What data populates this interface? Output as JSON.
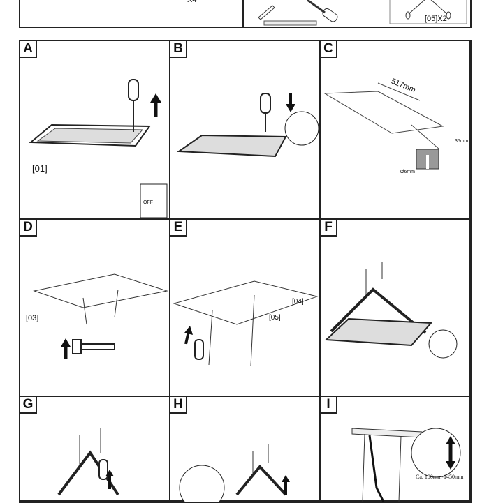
{
  "top": {
    "left_part_label": "X4",
    "right_part_label": "[05]X2"
  },
  "steps": [
    {
      "letter": "A",
      "part_label": "[01]",
      "warning_text": "OFF"
    },
    {
      "letter": "B"
    },
    {
      "letter": "C",
      "distance_label": "517mm",
      "depth_label": "35mm",
      "hole_label": "Ø6mm"
    },
    {
      "letter": "D",
      "part_label": "[03]"
    },
    {
      "letter": "E",
      "part_label_1": "[04]",
      "part_label_2": "[05]"
    },
    {
      "letter": "F"
    },
    {
      "letter": "G"
    },
    {
      "letter": "H"
    },
    {
      "letter": "I",
      "range_label": "Ca. 100mm-1450mm"
    }
  ]
}
